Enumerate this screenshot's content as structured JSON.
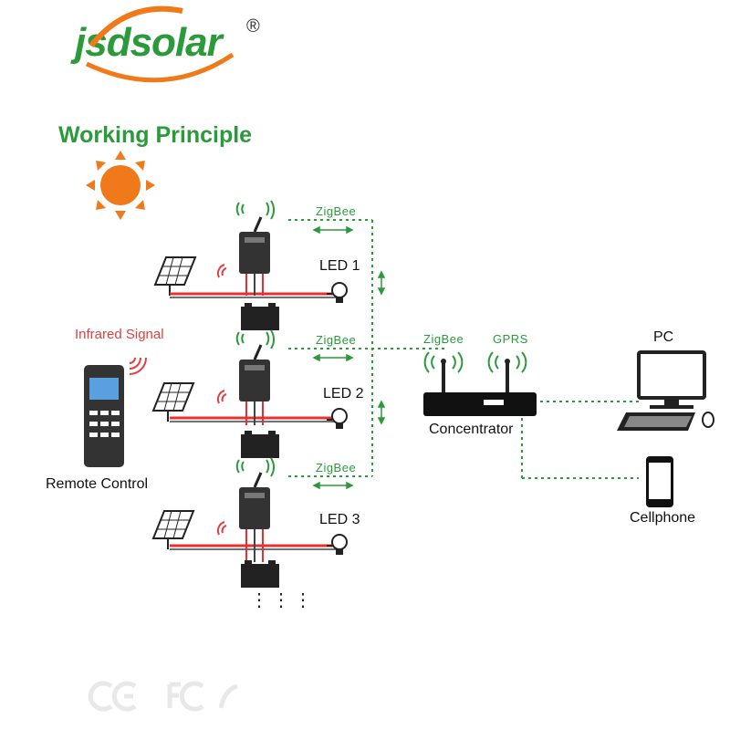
{
  "brand": {
    "name": "jsdsolar",
    "registered_mark": "®",
    "color": "#2a9a3a",
    "accent": "#f07a1a"
  },
  "title": "Working Principle",
  "links": {
    "zigbee_1": "ZigBee",
    "zigbee_2": "ZigBee",
    "zigbee_3": "ZigBee"
  },
  "units": {
    "led_1": "LED 1",
    "led_2": "LED 2",
    "led_3": "LED 3"
  },
  "remote": {
    "signal_label": "Infrared Signal",
    "label": "Remote Control"
  },
  "concentrator": {
    "label": "Concentrator",
    "zigbee_label": "ZigBee",
    "gprs_label": "GPRS"
  },
  "endpoints": {
    "pc_label": "PC",
    "phone_label": "Cellphone"
  },
  "more_indicator": "⋮",
  "colors": {
    "link_line": "#2a9a3a",
    "ir_signal": "#e04040",
    "sun": "#f07a1a",
    "cable": "#e83030"
  }
}
